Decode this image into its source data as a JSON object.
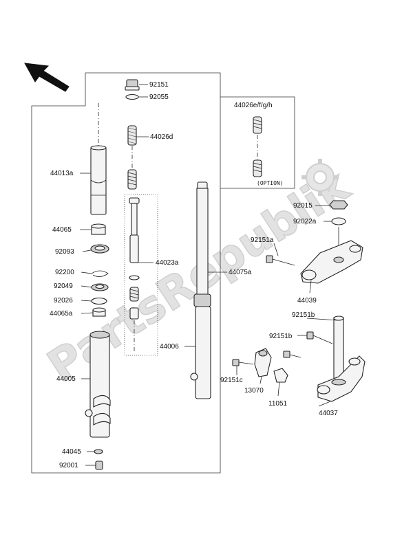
{
  "watermark": "PartsRepublik",
  "option_label": "(OPTION)",
  "labels": [
    {
      "id": "92151",
      "text": "92151"
    },
    {
      "id": "92055",
      "text": "92055"
    },
    {
      "id": "44026d",
      "text": "44026d"
    },
    {
      "id": "44026efgh",
      "text": "44026e/f/g/h"
    },
    {
      "id": "44013a",
      "text": "44013a"
    },
    {
      "id": "44065",
      "text": "44065"
    },
    {
      "id": "92093",
      "text": "92093"
    },
    {
      "id": "44023a",
      "text": "44023a"
    },
    {
      "id": "92200",
      "text": "92200"
    },
    {
      "id": "92049",
      "text": "92049"
    },
    {
      "id": "44075a",
      "text": "44075a"
    },
    {
      "id": "92026",
      "text": "92026"
    },
    {
      "id": "44065a",
      "text": "44065a"
    },
    {
      "id": "44006",
      "text": "44006"
    },
    {
      "id": "44005",
      "text": "44005"
    },
    {
      "id": "44045",
      "text": "44045"
    },
    {
      "id": "92001",
      "text": "92001"
    },
    {
      "id": "92015",
      "text": "92015"
    },
    {
      "id": "92022a",
      "text": "92022a"
    },
    {
      "id": "92151a",
      "text": "92151a"
    },
    {
      "id": "44039",
      "text": "44039"
    },
    {
      "id": "92151b1",
      "text": "92151b"
    },
    {
      "id": "92151b2",
      "text": "92151b"
    },
    {
      "id": "92151c",
      "text": "92151c"
    },
    {
      "id": "13070",
      "text": "13070"
    },
    {
      "id": "11051",
      "text": "11051"
    },
    {
      "id": "44037",
      "text": "44037"
    }
  ]
}
